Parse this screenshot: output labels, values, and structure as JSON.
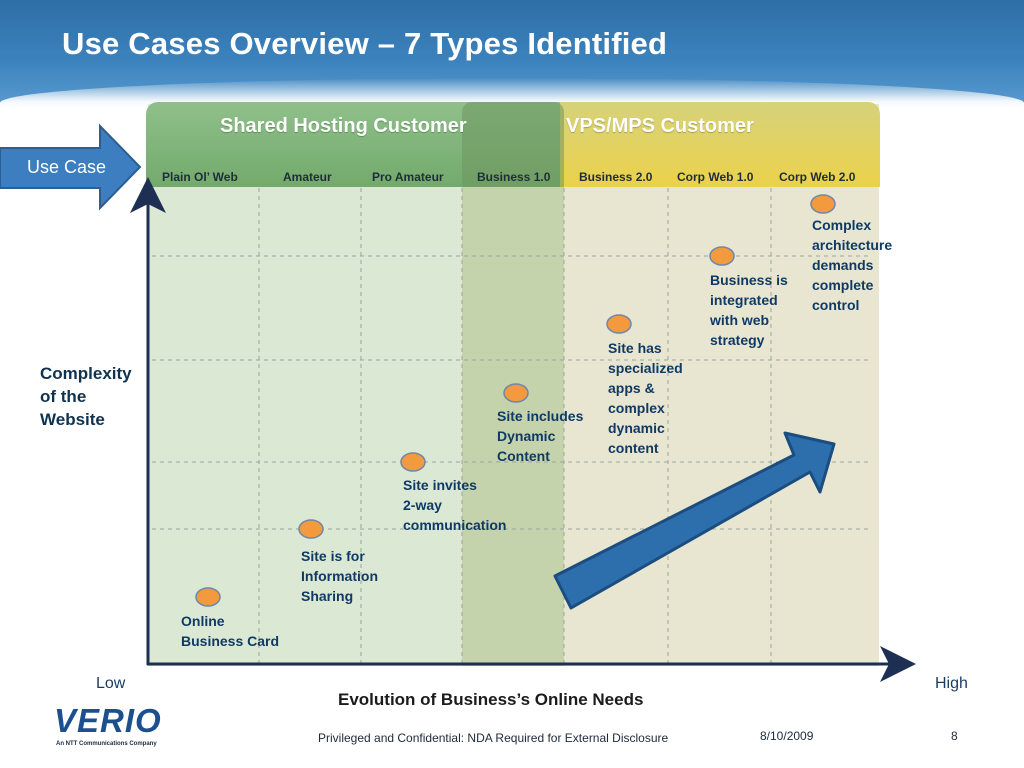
{
  "slide": {
    "title": "Use Cases Overview – 7 Types Identified"
  },
  "banners": {
    "shared_hosting": "Shared Hosting Customer",
    "vps_mps": "VPS/MPS Customer"
  },
  "use_case_label": "Use Case",
  "columns": [
    "Plain Ol’ Web",
    "Amateur",
    "Pro Amateur",
    "Business 1.0",
    "Business 2.0",
    "Corp Web 1.0",
    "Corp Web 2.0"
  ],
  "axes": {
    "y_title_lines": [
      "Complexity",
      "of the",
      "Website"
    ],
    "x_title": "Evolution of Business’s Online Needs",
    "x_low": "Low",
    "x_high": "High"
  },
  "nodes": [
    {
      "lines": [
        "Online",
        "Business Card"
      ]
    },
    {
      "lines": [
        "Site is for",
        "Information",
        "Sharing"
      ]
    },
    {
      "lines": [
        "Site invites",
        "2-way",
        "communication"
      ]
    },
    {
      "lines": [
        "Site includes",
        "Dynamic",
        "Content"
      ]
    },
    {
      "lines": [
        "Site has",
        "specialized",
        "apps &",
        "complex",
        "dynamic",
        "content"
      ]
    },
    {
      "lines": [
        "Business is",
        "integrated",
        "with web",
        "strategy"
      ]
    },
    {
      "lines": [
        "Complex",
        "architecture",
        "demands",
        "complete",
        "control"
      ]
    }
  ],
  "footer": {
    "logo": "VERIO",
    "logo_tagline": "An NTT Communications Company",
    "note": "Privileged and Confidential: NDA Required for External Disclosure",
    "date": "8/10/2009",
    "page": "8"
  },
  "colors": {
    "header_blue": "#3b82bd",
    "shared_green": "#7fb478",
    "vps_yellow": "#e6d34c",
    "node_orange": "#f39a3e",
    "arrow_blue": "#2d6fad",
    "text_navy": "#0f3a66"
  }
}
